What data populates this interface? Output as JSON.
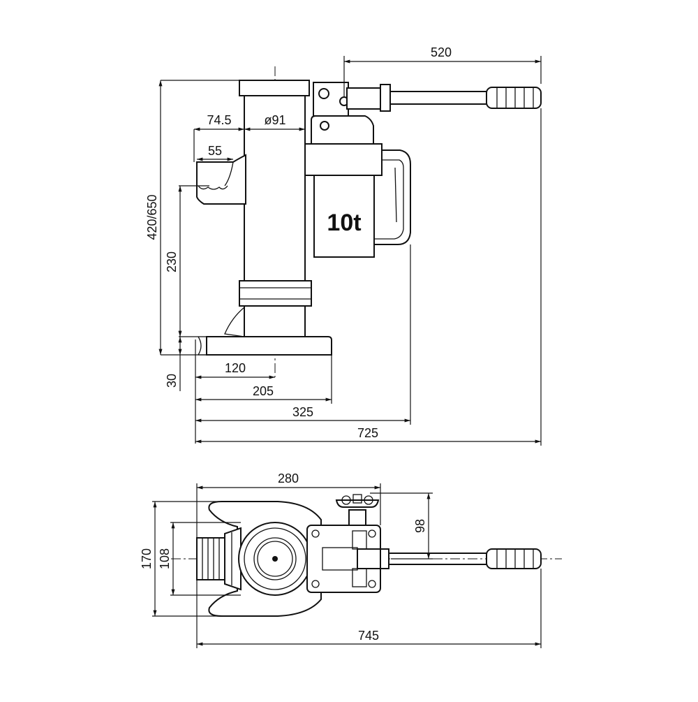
{
  "drawing": {
    "capacity_label": "10t",
    "side_view": {
      "handle_offset": "520",
      "height": "420/650",
      "toe_lift": "74.5",
      "diameter": "ø91",
      "toe_length": "55",
      "toe_height": "230",
      "base_thickness": "30",
      "to_axis": "120",
      "base_length": "205",
      "body_length": "325",
      "total_length": "725"
    },
    "top_view": {
      "width_span": "280",
      "valve_offset": "98",
      "outer_width": "170",
      "inner_width": "108",
      "total_length": "745"
    }
  }
}
